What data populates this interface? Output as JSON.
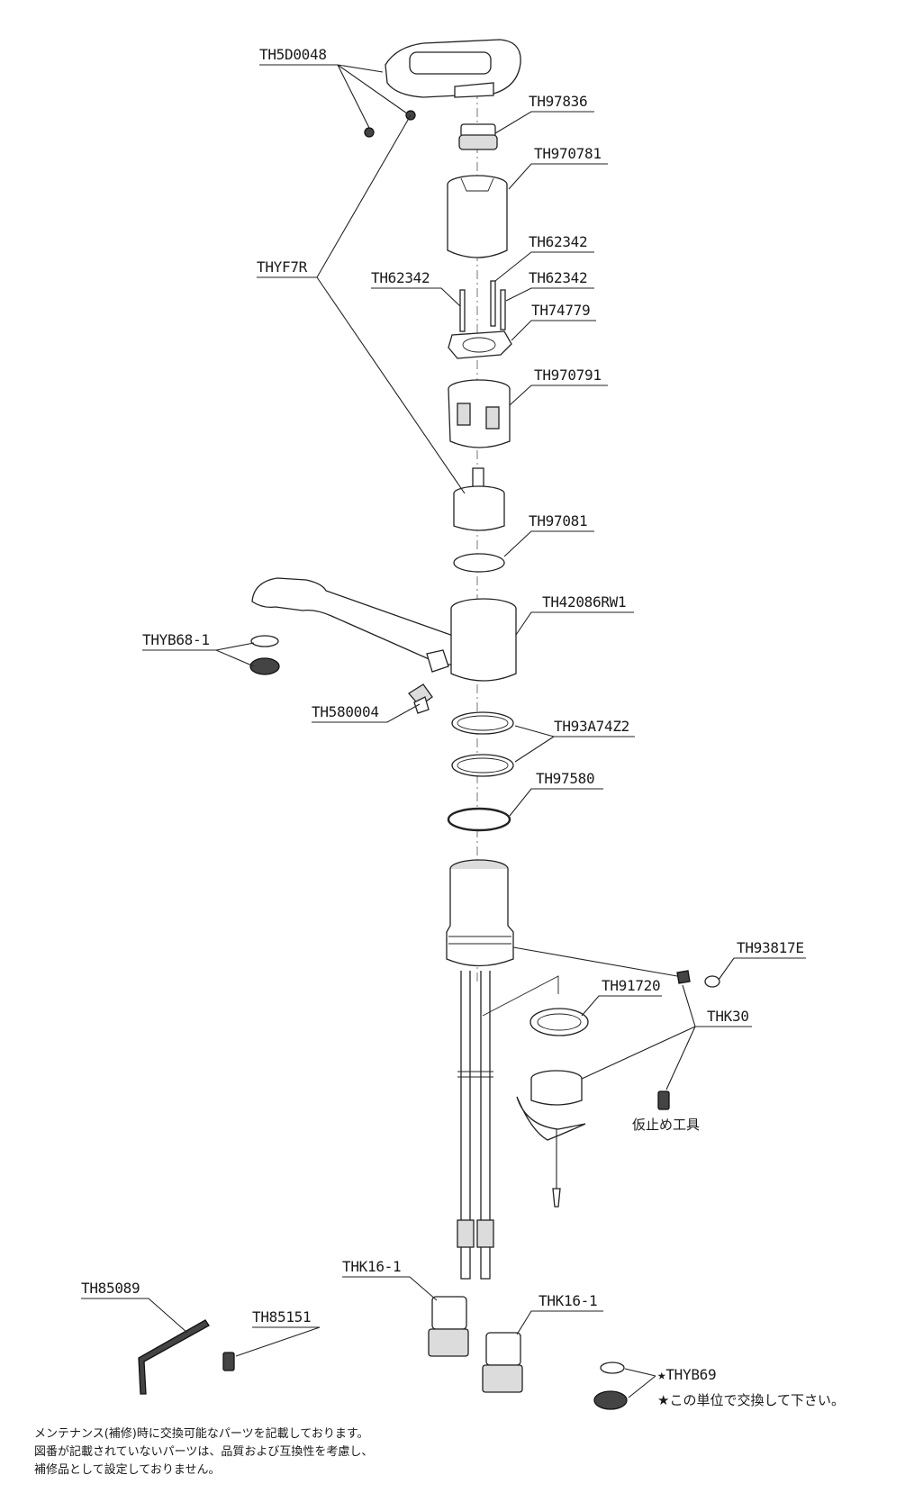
{
  "labels": {
    "th5d0048": "TH5D0048",
    "th97836": "TH97836",
    "th970781": "TH970781",
    "th62342_a": "TH62342",
    "th62342_b": "TH62342",
    "th62342_c": "TH62342",
    "thyf7r": "THYF7R",
    "th74779": "TH74779",
    "th970791": "TH970791",
    "th97081": "TH97081",
    "th42086rw1": "TH42086RW1",
    "thyb68_1": "THYB68-1",
    "th580004": "TH580004",
    "th93a74z2": "TH93A74Z2",
    "th97580": "TH97580",
    "th93817e": "TH93817E",
    "th91720": "TH91720",
    "thk30": "THK30",
    "temp_tool": "仮止め工具",
    "thk16_1_a": "THK16-1",
    "thk16_1_b": "THK16-1",
    "th85089": "TH85089",
    "th85151": "TH85151",
    "thyb69": "★THYB69",
    "unit_note": "★この単位で交換して下さい。"
  },
  "notes": {
    "line1": "メンテナンス(補修)時に交換可能なパーツを記載しております。",
    "line2": "図番が記載されていないパーツは、品質および互換性を考慮し、",
    "line3": "補修品として設定しておりません。"
  }
}
